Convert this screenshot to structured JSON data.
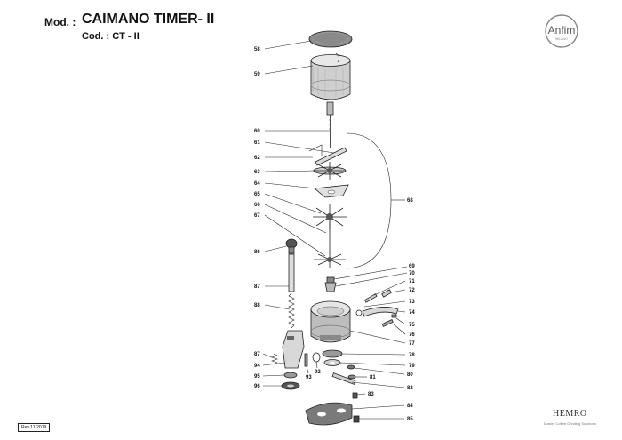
{
  "header": {
    "mod_label": "Mod. :",
    "mod_value": "CAIMANO TIMER- II",
    "cod_label": "Cod. : CT - II"
  },
  "logo": {
    "brand": "Anfim",
    "sub": "MILANO"
  },
  "footer": {
    "revision": "Rev 11-2019",
    "hemro": "HEMRO",
    "hemro_sub": "Master Coffee Grinding Solutions"
  },
  "parts": {
    "p58": "58",
    "p59": "59",
    "p60": "60",
    "p61": "61",
    "p62": "62",
    "p63": "63",
    "p64": "64",
    "p65": "65",
    "p66": "66",
    "p67": "67",
    "p68": "68",
    "p69": "69",
    "p70": "70",
    "p71": "71",
    "p72": "72",
    "p73": "73",
    "p74": "74",
    "p75": "75",
    "p76": "76",
    "p77": "77",
    "p78": "78",
    "p79": "79",
    "p80": "80",
    "p81": "81",
    "p82": "82",
    "p83": "83",
    "p84": "84",
    "p85": "85",
    "p86": "86",
    "p87a": "87",
    "p88": "88",
    "p87b": "87",
    "p94": "94",
    "p95": "95",
    "p96": "96",
    "p92": "92",
    "p93": "93"
  },
  "colors": {
    "line": "#222222",
    "part_fill": "#d9d9d9",
    "dark_fill": "#555555"
  }
}
